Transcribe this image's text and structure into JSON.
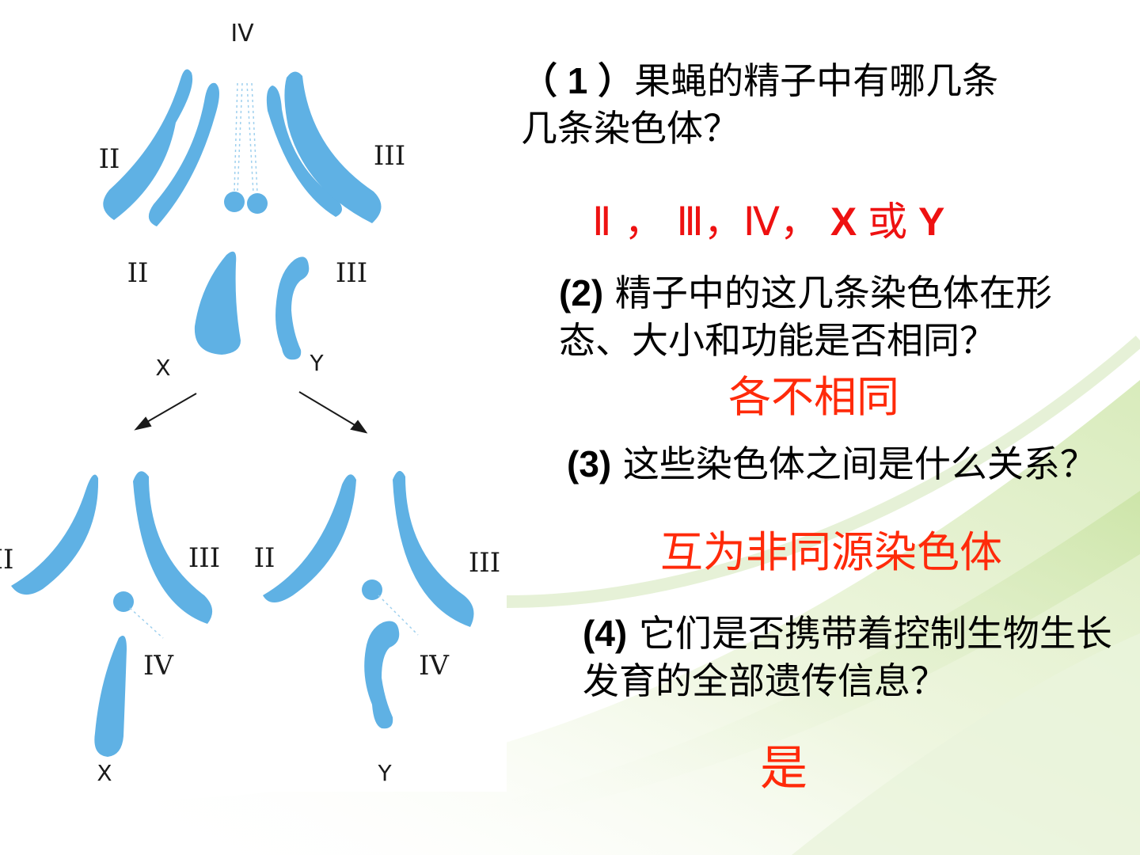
{
  "colors": {
    "chromosome": "#5fb1e4",
    "answer_orange": "#ff2a0a",
    "answer_red": "#ee1111",
    "text": "#000000"
  },
  "diagram": {
    "labels": {
      "top_iv": "IV",
      "top_ii_upper": "II",
      "top_iii_upper": "III",
      "top_ii_lower": "II",
      "top_iii_lower": "III",
      "top_x": "X",
      "top_y": "Y",
      "left_ii": "II",
      "left_iii": "III",
      "left_iv": "IV",
      "left_x": "X",
      "right_ii": "II",
      "right_iii": "III",
      "right_iv": "IV",
      "right_y": "Y"
    }
  },
  "questions": {
    "q1": {
      "num": "（ 1 ）",
      "text": "果蝇的精子中有哪几条几条染色体？"
    },
    "a1": {
      "part1": "Ⅱ ，  Ⅲ，Ⅳ，",
      "part2": " X ",
      "part3": "或",
      "part4": " Y"
    },
    "q2": {
      "num": "(2)",
      "text": " 精子中的这几条染色体在形态、大小和功能是否相同？"
    },
    "a2": "各不相同",
    "q3": {
      "num": "(3)",
      "text": " 这些染色体之间是什么关系？"
    },
    "a3": "互为非同源染色体",
    "q4": {
      "num": "(4)",
      "text": " 它们是否携带着控制生物生长发育的全部遗传信息？"
    },
    "a4": "是"
  }
}
